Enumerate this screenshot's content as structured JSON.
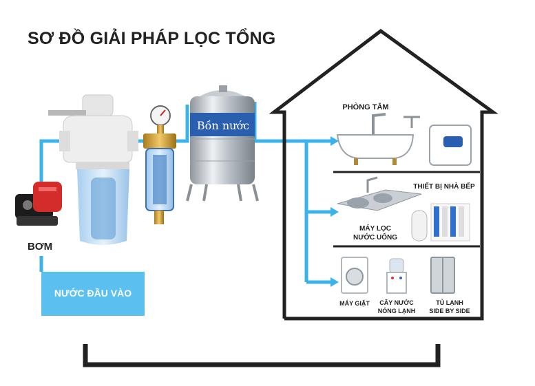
{
  "title": "SƠ ĐỒ GIẢI PHÁP LỌC TỔNG",
  "pump_label": "BƠM",
  "inlet_label": "NƯỚC ĐẦU VÀO",
  "tank_label": "Bồn nước",
  "rooms": {
    "bathroom": "PHÒNG TẮM",
    "kitchen": "THIẾT BỊ NHÀ BẾP",
    "purifier_line1": "MÁY LỌC",
    "purifier_line2": "NƯỚC UỐNG",
    "washer": "MÁY GIẶT",
    "dispenser_line1": "CÂY NƯỚC",
    "dispenser_line2": "NÓNG LẠNH",
    "fridge_line1": "TỦ LẠNH",
    "fridge_line2": "SIDE BY SIDE"
  },
  "colors": {
    "pipe": "#3cb2ea",
    "house_outline": "#222222",
    "inlet_box": "#5bc0f0"
  }
}
